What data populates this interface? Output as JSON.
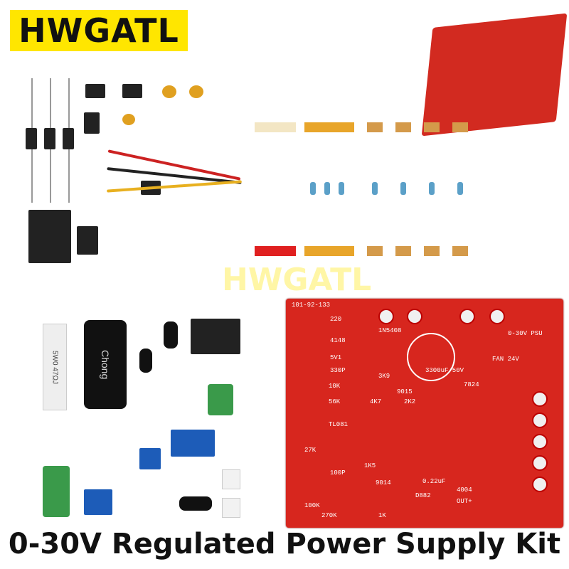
{
  "brand": {
    "logo_text": "HWGATL",
    "watermark": "HWGATL",
    "logo_bg": "#ffe600"
  },
  "caption": "0-30V Regulated Power Supply Kit",
  "pcb": {
    "color": "#d7261e",
    "labels": [
      "101-92-133",
      "220",
      "4148",
      "5V1",
      "330P",
      "3K9",
      "10K",
      "56K",
      "4K7",
      "2K2",
      "9015",
      "27K",
      "1K5",
      "9014",
      "100K",
      "270K",
      "1K",
      "D882",
      "7824",
      "1N5408",
      "3300uF/50V",
      "FAN 24V",
      "0-30V PSU",
      "OUT+",
      "4004",
      "0.22uF",
      "100P",
      "TL081"
    ]
  },
  "parts": {
    "resistor_label": "5W0 47ΩJ",
    "capacitor_brand": "Chong"
  }
}
